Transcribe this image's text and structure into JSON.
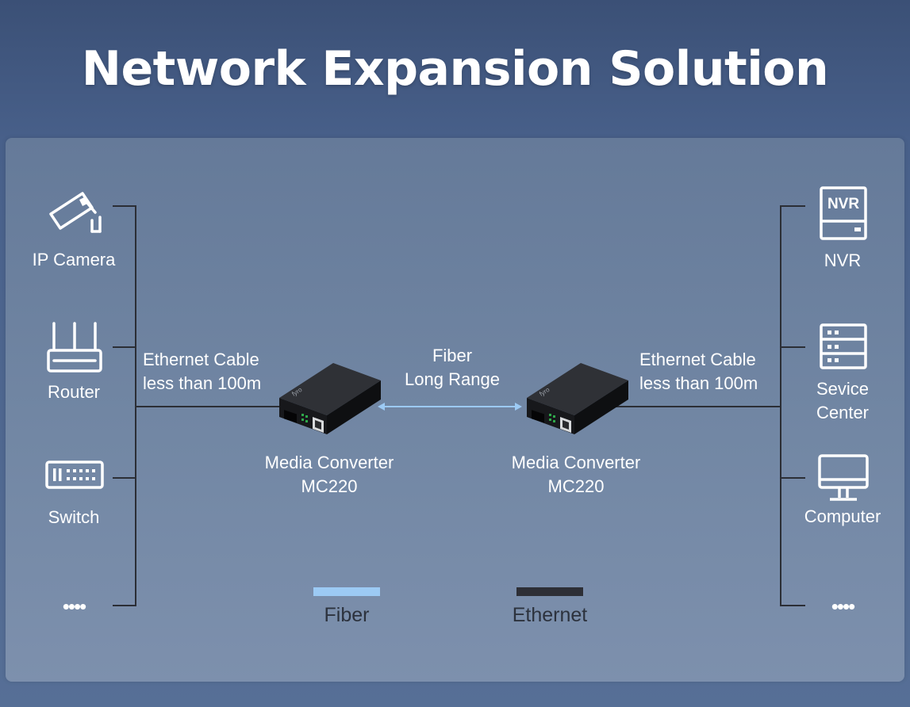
{
  "title": "Network Expansion Solution",
  "left_devices": [
    {
      "label": "IP Camera",
      "icon": "ip-camera-icon"
    },
    {
      "label": "Router",
      "icon": "router-icon"
    },
    {
      "label": "Switch",
      "icon": "switch-icon"
    },
    {
      "label": "••••",
      "icon": "more-dots"
    }
  ],
  "right_devices": [
    {
      "label": "NVR",
      "icon": "nvr-icon",
      "icon_text": "NVR"
    },
    {
      "label_line1": "Sevice",
      "label_line2": "Center",
      "icon": "server-icon"
    },
    {
      "label": "Computer",
      "icon": "computer-icon"
    },
    {
      "label": "••••",
      "icon": "more-dots"
    }
  ],
  "left_link": {
    "line1": "Ethernet Cable",
    "line2": "less than 100m"
  },
  "right_link": {
    "line1": "Ethernet Cable",
    "line2": "less than 100m"
  },
  "fiber_link": {
    "line1": "Fiber",
    "line2": "Long Range"
  },
  "converters": [
    {
      "line1": "Media Converter",
      "line2": "MC220",
      "brand": "fyro"
    },
    {
      "line1": "Media Converter",
      "line2": "MC220",
      "brand": "fyro"
    }
  ],
  "legend": [
    {
      "label": "Fiber",
      "color": "#9ccaf4"
    },
    {
      "label": "Ethernet",
      "color": "#2d2f36"
    }
  ],
  "colors": {
    "fiber": "#9ccaf4",
    "ethernet": "#2b2e35",
    "icon": "#ffffff"
  }
}
